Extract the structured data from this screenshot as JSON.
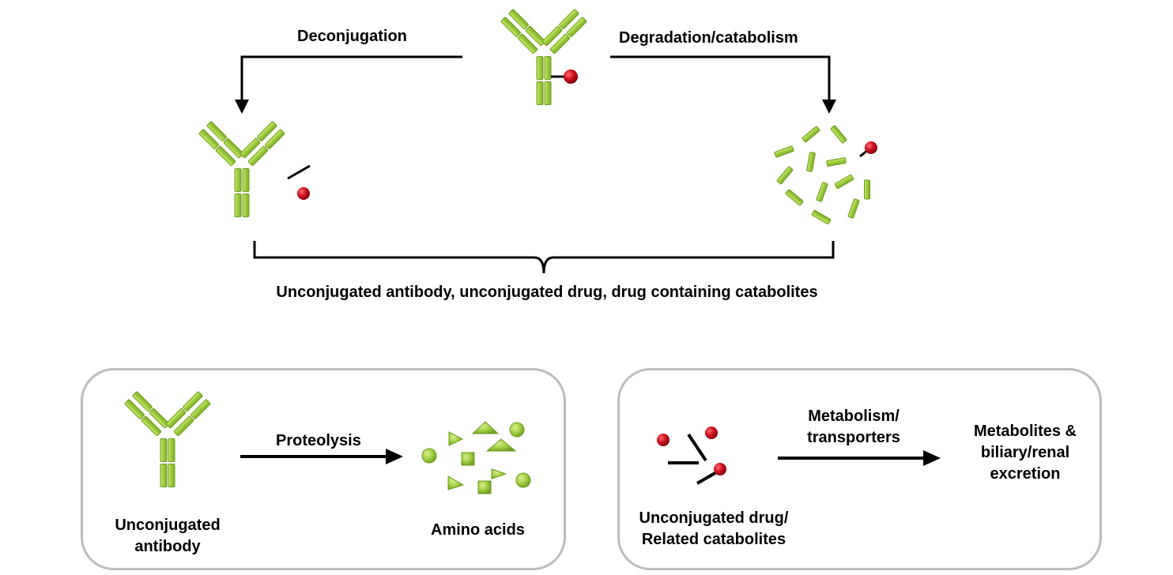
{
  "top": {
    "left_label": "Deconjugation",
    "right_label": "Degradation/catabolism",
    "bottom_label": "Unconjugated antibody, unconjugated drug, drug containing catabolites"
  },
  "panel_left": {
    "source_label": [
      "Unconjugated",
      "antibody"
    ],
    "arrow_label": "Proteolysis",
    "product_label": "Amino acids"
  },
  "panel_right": {
    "source_label": [
      "Unconjugated drug/",
      "Related catabolites"
    ],
    "arrow_label": [
      "Metabolism/",
      "transporters"
    ],
    "product_label": [
      "Metabolites &",
      "biliary/renal",
      "excretion"
    ]
  },
  "colors": {
    "antibody_fill": "#9ccc3c",
    "antibody_edge": "#6f9b22",
    "drug_red": "#c8102e",
    "frame_gray": "#bdbdbd",
    "line_black": "#000000"
  }
}
